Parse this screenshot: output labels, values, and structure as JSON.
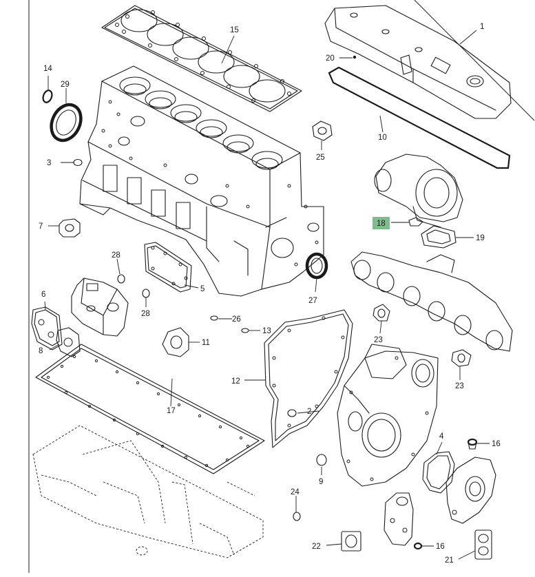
{
  "callouts": [
    {
      "id": "c1",
      "text": "1"
    },
    {
      "id": "c2",
      "text": "2"
    },
    {
      "id": "c3",
      "text": "3"
    },
    {
      "id": "c4",
      "text": "4"
    },
    {
      "id": "c5",
      "text": "5"
    },
    {
      "id": "c6",
      "text": "6"
    },
    {
      "id": "c7",
      "text": "7"
    },
    {
      "id": "c8",
      "text": "8"
    },
    {
      "id": "c9",
      "text": "9"
    },
    {
      "id": "c10",
      "text": "10"
    },
    {
      "id": "c11",
      "text": "11"
    },
    {
      "id": "c12",
      "text": "12"
    },
    {
      "id": "c13",
      "text": "13"
    },
    {
      "id": "c14",
      "text": "14"
    },
    {
      "id": "c15",
      "text": "15"
    },
    {
      "id": "c16a",
      "text": "16"
    },
    {
      "id": "c16b",
      "text": "16"
    },
    {
      "id": "c17",
      "text": "17"
    },
    {
      "id": "c18",
      "text": "18"
    },
    {
      "id": "c19",
      "text": "19"
    },
    {
      "id": "c20",
      "text": "20"
    },
    {
      "id": "c21",
      "text": "21"
    },
    {
      "id": "c22",
      "text": "22"
    },
    {
      "id": "c23a",
      "text": "23"
    },
    {
      "id": "c23b",
      "text": "23"
    },
    {
      "id": "c24",
      "text": "24"
    },
    {
      "id": "c25",
      "text": "25"
    },
    {
      "id": "c26",
      "text": "26"
    },
    {
      "id": "c27",
      "text": "27"
    },
    {
      "id": "c28a",
      "text": "28"
    },
    {
      "id": "c28b",
      "text": "28"
    },
    {
      "id": "c29",
      "text": "29"
    }
  ],
  "highlight": {
    "callout": "18",
    "color": "#7dbf8a"
  }
}
